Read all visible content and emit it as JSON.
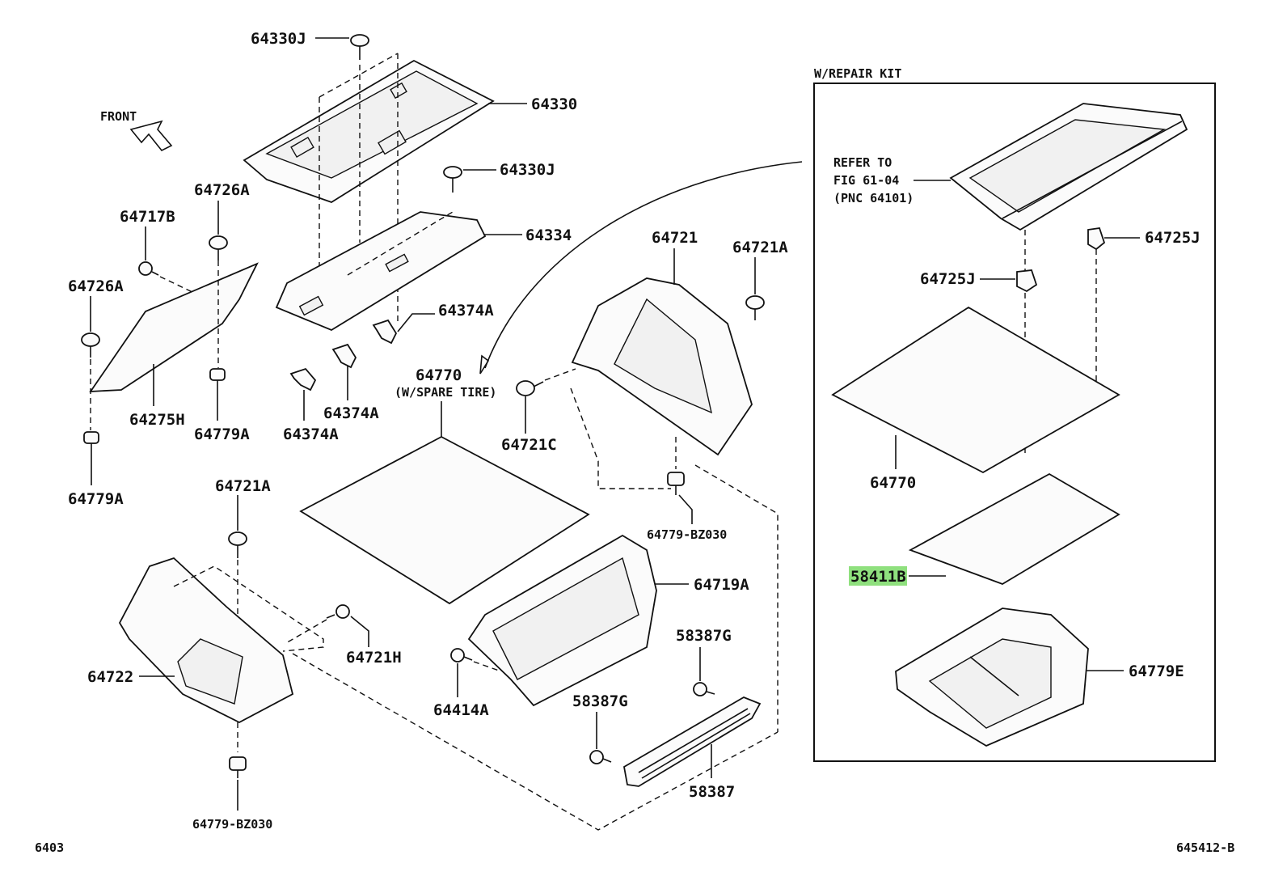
{
  "front_label": "FRONT",
  "repair_kit": {
    "title": "W/REPAIR KIT",
    "refer_line1": "REFER TO",
    "refer_line2": "FIG 61-04",
    "refer_line3": "(PNC 64101)"
  },
  "spare_tire_note": "(W/SPARE TIRE)",
  "highlight_color": "#8fe07e",
  "parts": {
    "p64330J_top": "64330J",
    "p64330": "64330",
    "p64330J_mid": "64330J",
    "p64726A_top": "64726A",
    "p64717B": "64717B",
    "p64334": "64334",
    "p64726A_left": "64726A",
    "p64374A_right": "64374A",
    "p64721": "64721",
    "p64721A_right": "64721A",
    "p64770_center": "64770",
    "p64275H": "64275H",
    "p64779A_mid": "64779A",
    "p64374A_mid": "64374A",
    "p64374A_left": "64374A",
    "p64721C": "64721C",
    "p64779A_bottom": "64779A",
    "p64721A_left": "64721A",
    "p64779BZ030_right": "64779-BZ030",
    "p64719A": "64719A",
    "p58387G_top": "58387G",
    "p64722": "64722",
    "p64721H": "64721H",
    "p64414A": "64414A",
    "p58387G_mid": "58387G",
    "p58387": "58387",
    "p64779BZ030_bottom": "64779-BZ030",
    "p64725J_right": "64725J",
    "p64725J_left": "64725J",
    "p64770_kit": "64770",
    "p58411B": "58411B",
    "p64779E": "64779E"
  },
  "footer": {
    "left_code": "6403",
    "right_code": "645412-B"
  }
}
